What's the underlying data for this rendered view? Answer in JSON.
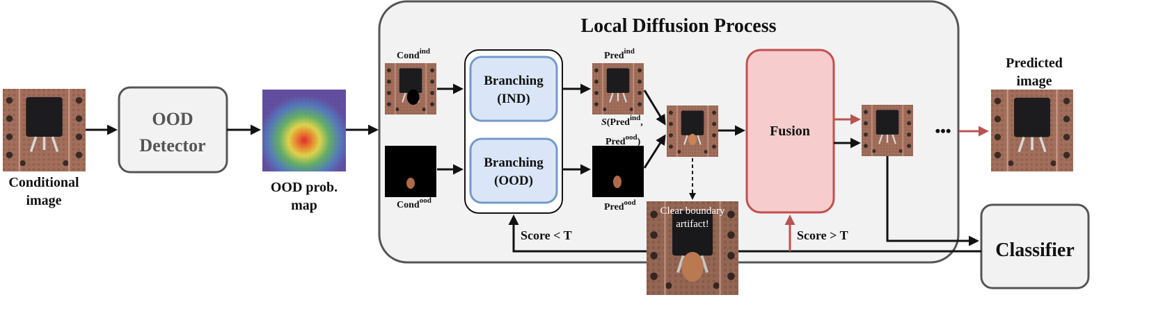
{
  "title": "Local Diffusion Process",
  "input_label": [
    "Conditional",
    "image"
  ],
  "detector_label": [
    "OOD",
    "Detector"
  ],
  "prob_map_label": [
    "OOD prob.",
    "map"
  ],
  "cond_ind": {
    "base": "Cond",
    "sup": "ind"
  },
  "cond_ood": {
    "base": "Cond",
    "sup": "ood"
  },
  "branch_ind": [
    "Branching",
    "(IND)"
  ],
  "branch_ood": [
    "Branching",
    "(OOD)"
  ],
  "pred_ind": {
    "base": "Pred",
    "sup": "ind"
  },
  "pred_ood": {
    "base": "Pred",
    "sup": "ood"
  },
  "stitch_label": {
    "fn": "S",
    "line1_base": "(Pred",
    "line1_sup": "ind",
    "line1_tail": ",",
    "line2_base": "Pred",
    "line2_sup": "ood",
    "line2_tail": ")"
  },
  "fusion_label": "Fusion",
  "artifact_label": [
    "Clear boundary",
    "artifact!"
  ],
  "score_low": "Score < T",
  "score_high": "Score > T",
  "ellipsis": "•••",
  "output_label": [
    "Predicted",
    "image"
  ],
  "classifier_label": "Classifier",
  "colors": {
    "branch_fill": "#dae6f7",
    "branch_stroke": "#7399c9",
    "fusion_fill": "#f6cccc",
    "fusion_stroke": "#c0504d",
    "panel_fill": "#f2f2f2",
    "panel_stroke": "#555555",
    "red_arrow": "#b85450"
  }
}
